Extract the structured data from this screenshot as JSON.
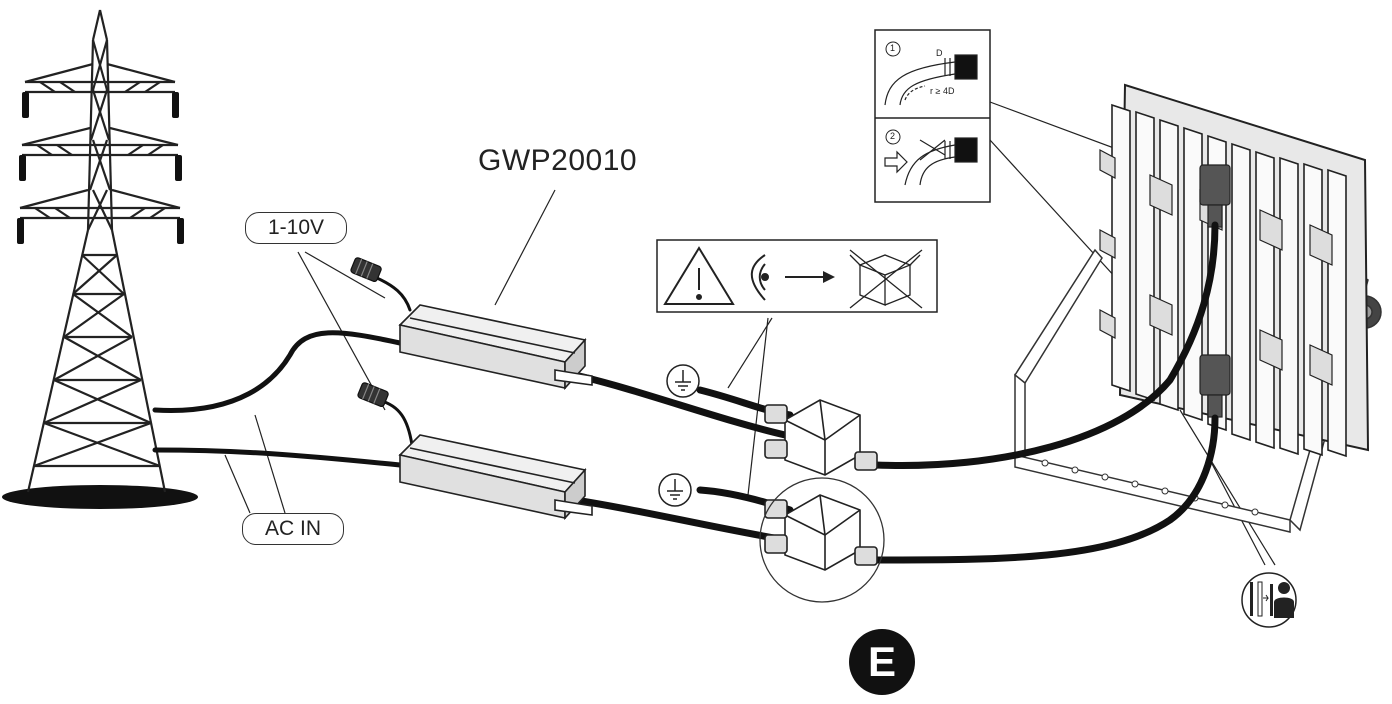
{
  "labels": {
    "model": "GWP20010",
    "dimming": "1-10V",
    "ac_input": "AC IN",
    "connector_callout": "E"
  },
  "bend_detail": {
    "step1_number": "1",
    "step1_d": "D",
    "step1_radius": "r ≥ 4D",
    "step2_number": "2"
  },
  "icons": {
    "warning": "warning-triangle-icon",
    "inspect": "eye-icon",
    "damaged_box": "damaged-box-icon",
    "ground": "ground-icon",
    "electrician": "qualified-electrician-icon"
  },
  "colors": {
    "line": "#222222",
    "cable": "#111111",
    "badge": "#111111"
  }
}
